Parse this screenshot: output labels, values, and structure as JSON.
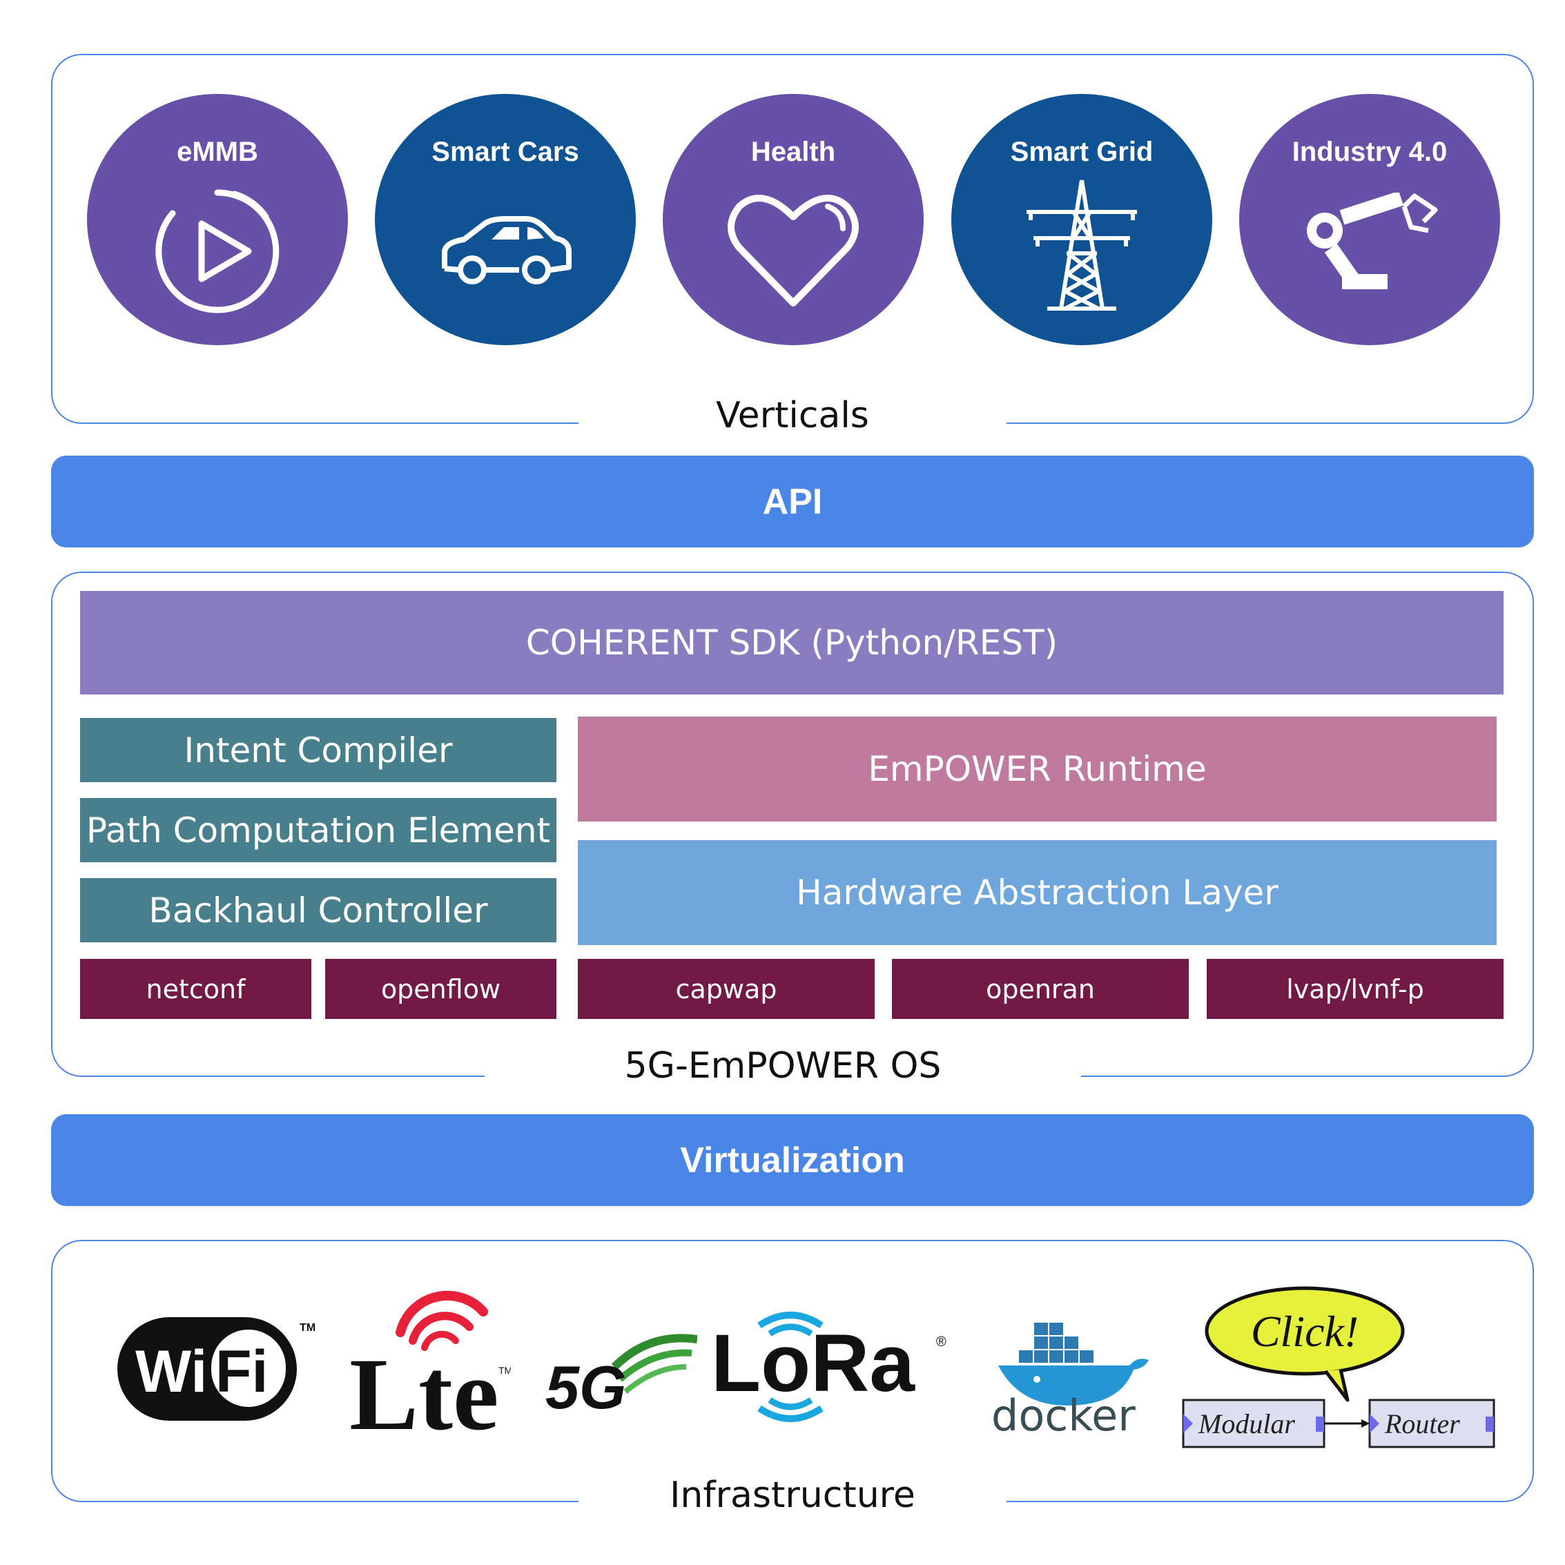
{
  "verticals": {
    "caption": "Verticals",
    "items": [
      {
        "label": "eMMB",
        "icon": "play-icon",
        "color": "#6750a8"
      },
      {
        "label": "Smart Cars",
        "icon": "car-icon",
        "color": "#0f5395"
      },
      {
        "label": "Health",
        "icon": "heart-icon",
        "color": "#6750a8"
      },
      {
        "label": "Smart Grid",
        "icon": "power-tower-icon",
        "color": "#0f5395"
      },
      {
        "label": "Industry 4.0",
        "icon": "robot-arm-icon",
        "color": "#6750a8"
      }
    ]
  },
  "api": {
    "label": "API"
  },
  "os": {
    "caption": "5G-EmPOWER OS",
    "sdk": "COHERENT SDK (Python/REST)",
    "intent_compiler": "Intent Compiler",
    "pce": "Path Computation Element",
    "backhaul": "Backhaul Controller",
    "runtime": "EmPOWER Runtime",
    "hal": "Hardware Abstraction Layer",
    "protocols": [
      "netconf",
      "openflow",
      "capwap",
      "openran",
      "lvap/lvnf-p"
    ]
  },
  "virtualization": {
    "label": "Virtualization"
  },
  "infrastructure": {
    "caption": "Infrastructure",
    "logos": {
      "wifi_wi": "Wi",
      "wifi_fi": "Fi",
      "wifi_tm": "TM",
      "lte": "Lte",
      "lte_tm": "TM",
      "fiveg": "5G",
      "lora": "LoRa",
      "lora_reg": "®",
      "docker": "docker",
      "click": "Click!",
      "modular": "Modular",
      "router": "Router"
    }
  }
}
